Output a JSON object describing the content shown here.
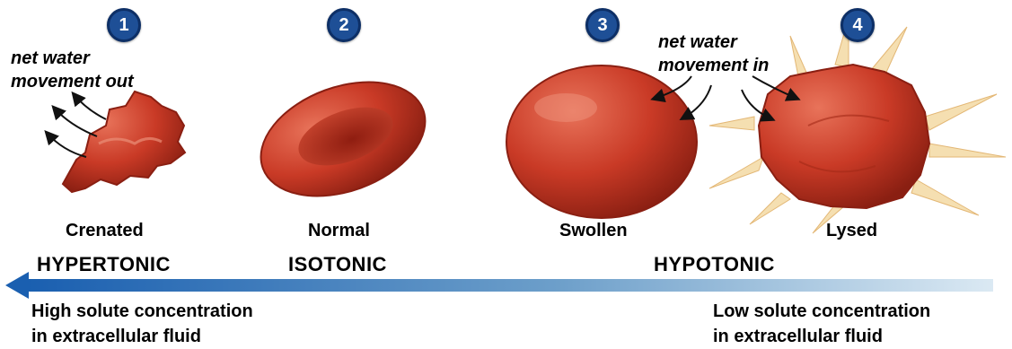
{
  "steps": [
    {
      "number": "1",
      "label": "Crenated"
    },
    {
      "number": "2",
      "label": "Normal"
    },
    {
      "number": "3",
      "label": "Swollen"
    },
    {
      "number": "4",
      "label": "Lysed"
    }
  ],
  "annotations": {
    "out": {
      "line1": "net water",
      "line2": "movement out"
    },
    "in": {
      "line1": "net water",
      "line2": "movement in"
    }
  },
  "tonicity": {
    "hyper": "HYPERTONIC",
    "iso": "ISOTONIC",
    "hypo": "HYPOTONIC"
  },
  "gradient": {
    "left": {
      "line1": "High solute concentration",
      "line2": "in extracellular fluid"
    },
    "right": {
      "line1": "Low solute concentration",
      "line2": "in extracellular fluid"
    }
  },
  "colors": {
    "cell": "#c93a26",
    "badge": "#1e4f96",
    "arrow_dark": "#1a5fb0",
    "arrow_light": "#dbe9f3"
  }
}
